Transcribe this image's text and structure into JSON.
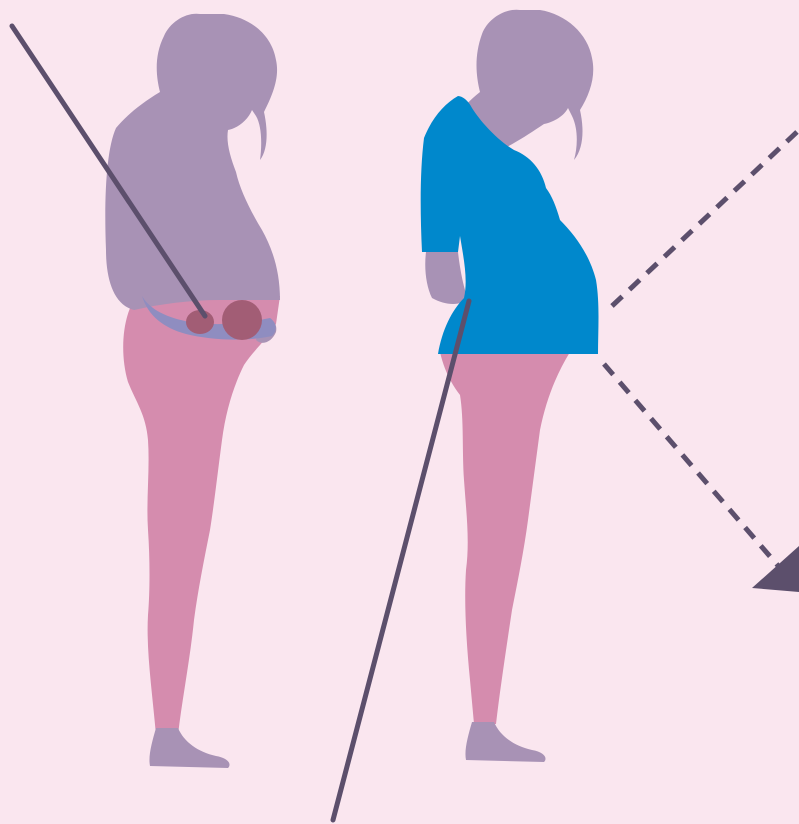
{
  "illustration": {
    "subject": "pregnant-woman-side-profile-comparison",
    "figures": [
      {
        "id": "left",
        "clothing": "maternity-belt-support",
        "leader_line": "solid"
      },
      {
        "id": "right",
        "clothing": "blue-maternity-top",
        "leader_line": "solid"
      }
    ],
    "callouts": [
      {
        "style": "dashed",
        "direction": "up-right"
      },
      {
        "style": "dashed-arrow",
        "direction": "down-right"
      }
    ]
  },
  "colors": {
    "background": "#fae6ef",
    "skin": "#a892b5",
    "legs": "#d58cae",
    "belt": "#8f8dc0",
    "belt_pad": "#a25d75",
    "top": "#0088cc",
    "line": "#5c4f6c"
  },
  "icons": [
    "leader-line",
    "dashed-line",
    "arrow-head"
  ]
}
